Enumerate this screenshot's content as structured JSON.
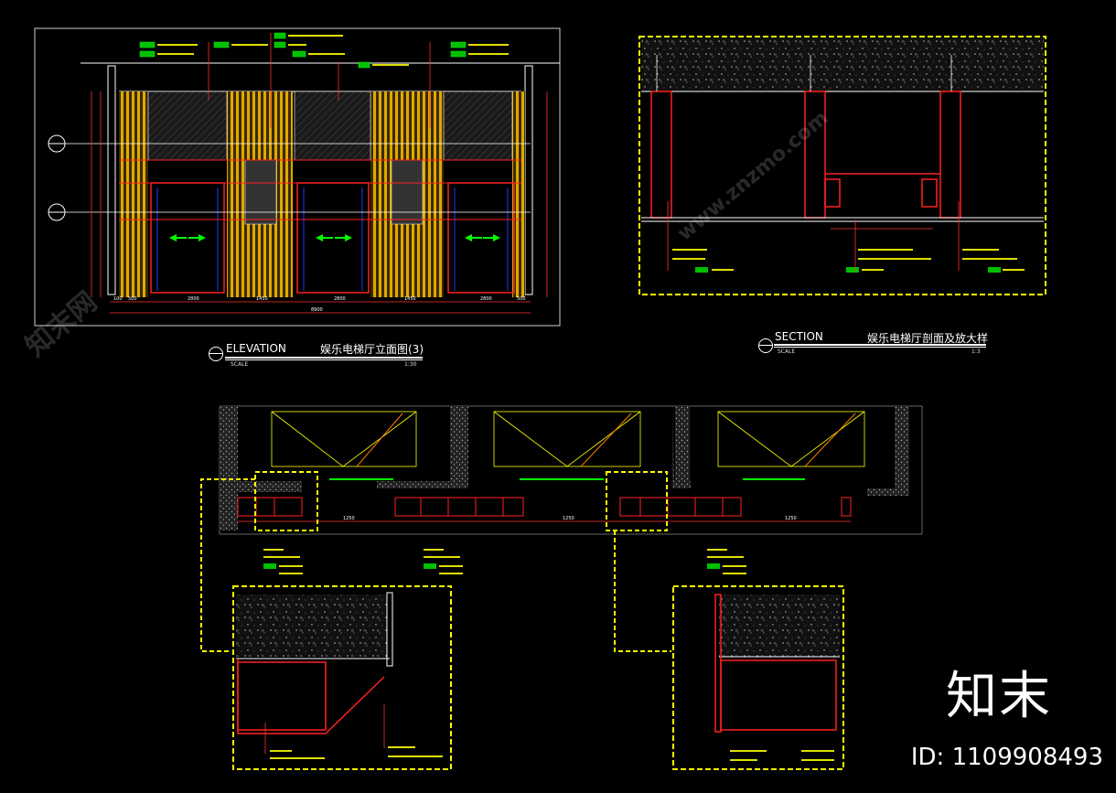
{
  "elevation": {
    "en": "ELEVATION",
    "cn": "娱乐电梯厅立面图(3)",
    "scale_label": "SCALE",
    "scale": "1:30"
  },
  "section": {
    "en": "SECTION",
    "cn": "娱乐电梯厅剖面及放大样",
    "scale_label": "SCALE",
    "scale": "1:3"
  },
  "dims": {
    "elev_bottom": [
      "100",
      "500",
      "2800",
      "1450",
      "2800",
      "1450",
      "2800",
      "500"
    ],
    "elev_total": "8900",
    "plan_bottom": [
      "1250",
      "1250",
      "1250"
    ]
  },
  "watermark": {
    "logo": "知末",
    "id": "ID: 1109908493",
    "tile_cn": "知末网",
    "tile_en": "www.znzmo.com"
  },
  "colors": {
    "background": "#000000",
    "wall": "#ff0000",
    "gold": "#e8b400",
    "annotation": "#00ff00",
    "frame": "#ffff00",
    "lines": "#ffffff"
  }
}
